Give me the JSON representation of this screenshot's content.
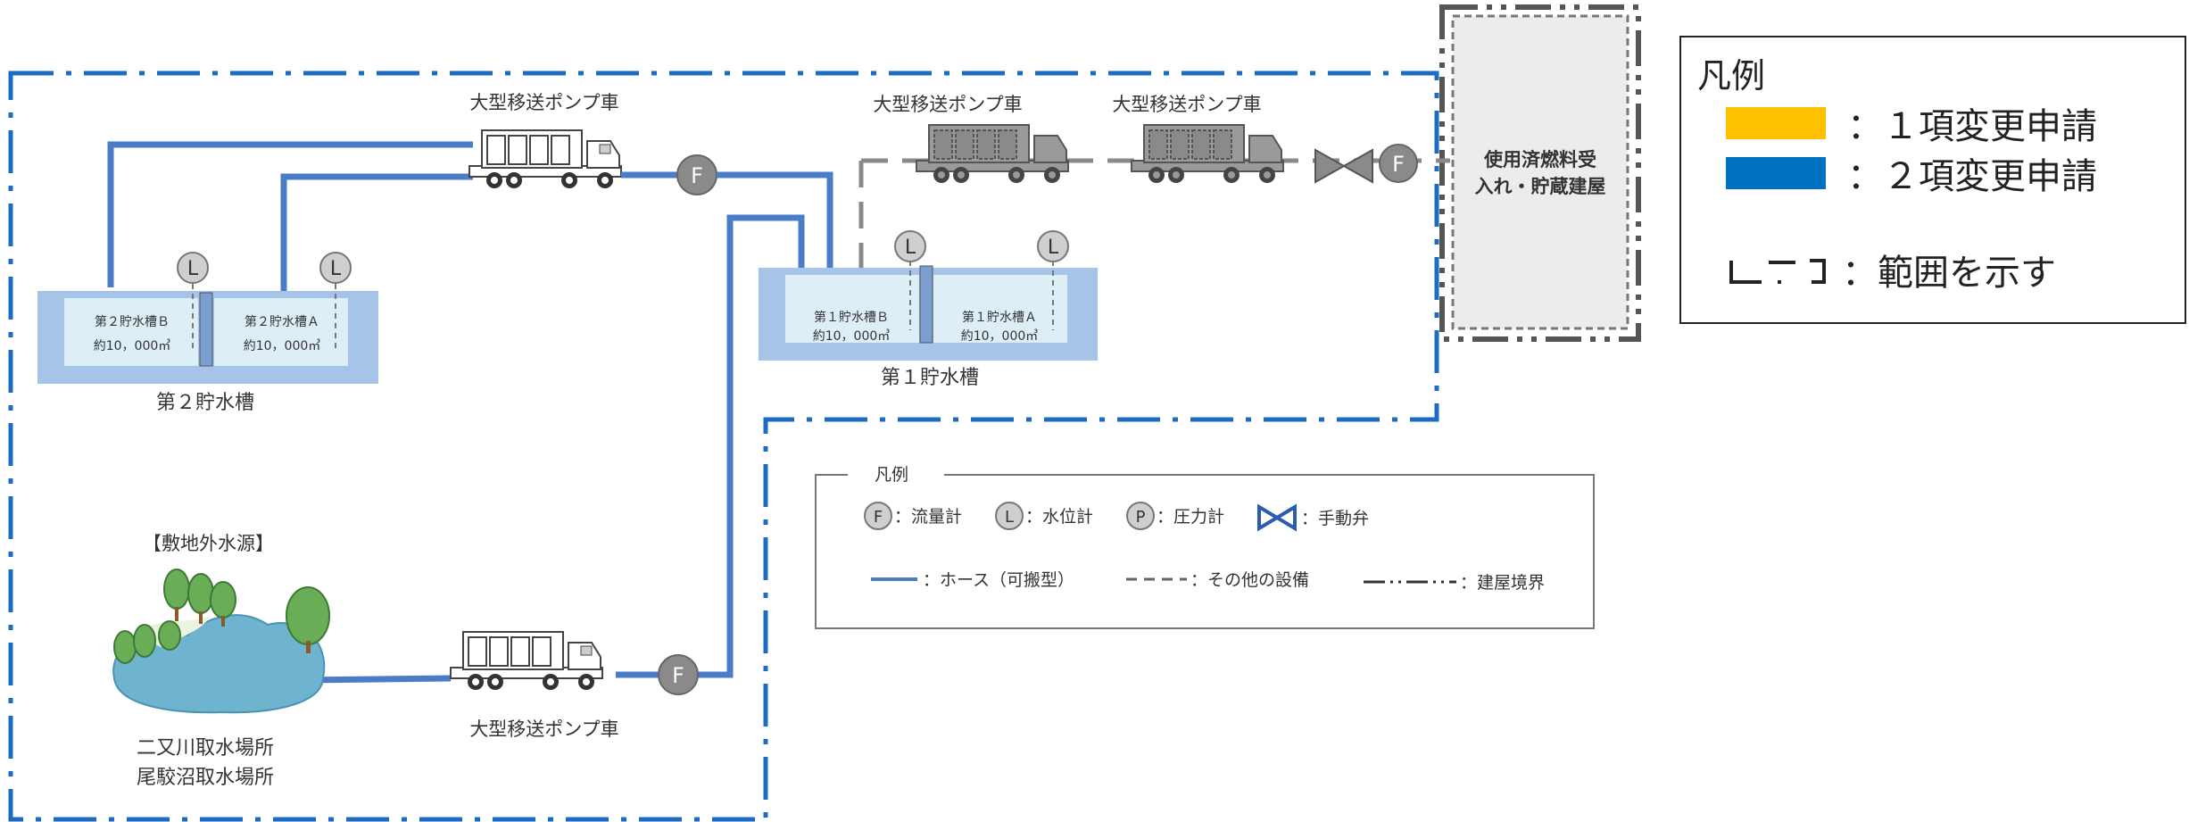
{
  "colors": {
    "hose_blue": "#4a7cc7",
    "boundary_blue": "#1c6cc4",
    "tank_fill": "#a6c3e8",
    "tank_water": "#ddeef6",
    "pond": "#6fb4cf",
    "tree": "#6aad57",
    "gray_device": "#8a8a8a",
    "legend_yellow": "#ffc000",
    "legend_blue": "#0070c0"
  },
  "labels": {
    "truck_top": "大型移送ポンプ車",
    "truck_gray_1": "大型移送ポンプ車",
    "truck_gray_2": "大型移送ポンプ車",
    "truck_bottom": "大型移送ポンプ車",
    "building": [
      "使用済燃料受",
      "入れ・貯蔵建屋"
    ],
    "tank2_title": "第２貯水槽",
    "tank2_B": "第２貯水槽Ｂ",
    "tank2_A": "第２貯水槽Ａ",
    "tank2_B_vol": "約10，000㎥",
    "tank2_A_vol": "約10，000㎥",
    "tank1_title": "第１貯水槽",
    "tank1_B": "第１貯水槽Ｂ",
    "tank1_A": "第１貯水槽Ａ",
    "tank1_B_vol": "約10，000㎥",
    "tank1_A_vol": "約10，000㎥",
    "source_heading": "【敷地外水源】",
    "source_1": "二又川取水場所",
    "source_2": "尾駮沼取水場所",
    "symbol_F": "F",
    "symbol_L": "L",
    "symbol_P": "P"
  },
  "inner_legend": {
    "title": "凡例",
    "flowmeter": "：流量計",
    "level": "：水位計",
    "pressure": "：圧力計",
    "valve": "：手動弁",
    "hose": "：ホース（可搬型）",
    "other": "：その他の設備",
    "boundary": "：建屋境界"
  },
  "legend": {
    "title": "凡例",
    "item1": "：１項変更申請",
    "item2": "：２項変更申請",
    "item3": "：範囲を示す"
  }
}
